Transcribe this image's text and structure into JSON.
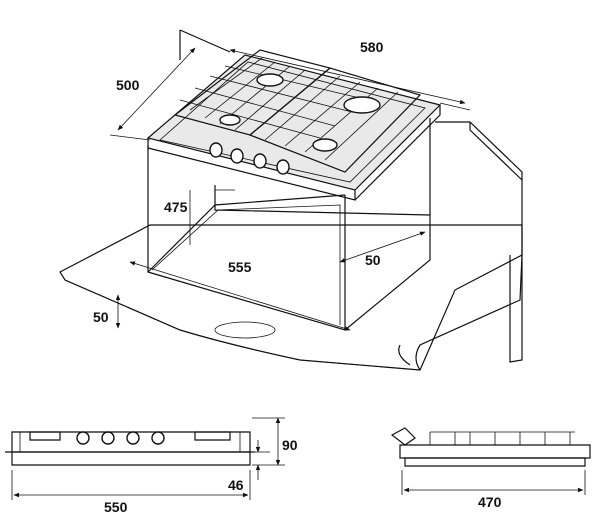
{
  "dimensions": {
    "top_width": "580",
    "top_depth": "500",
    "cutout_depth": "475",
    "cutout_width": "555",
    "rear_clearance": "50",
    "counter_edge": "50",
    "front_width": "550",
    "front_height": "90",
    "front_below": "46",
    "side_depth": "470"
  }
}
